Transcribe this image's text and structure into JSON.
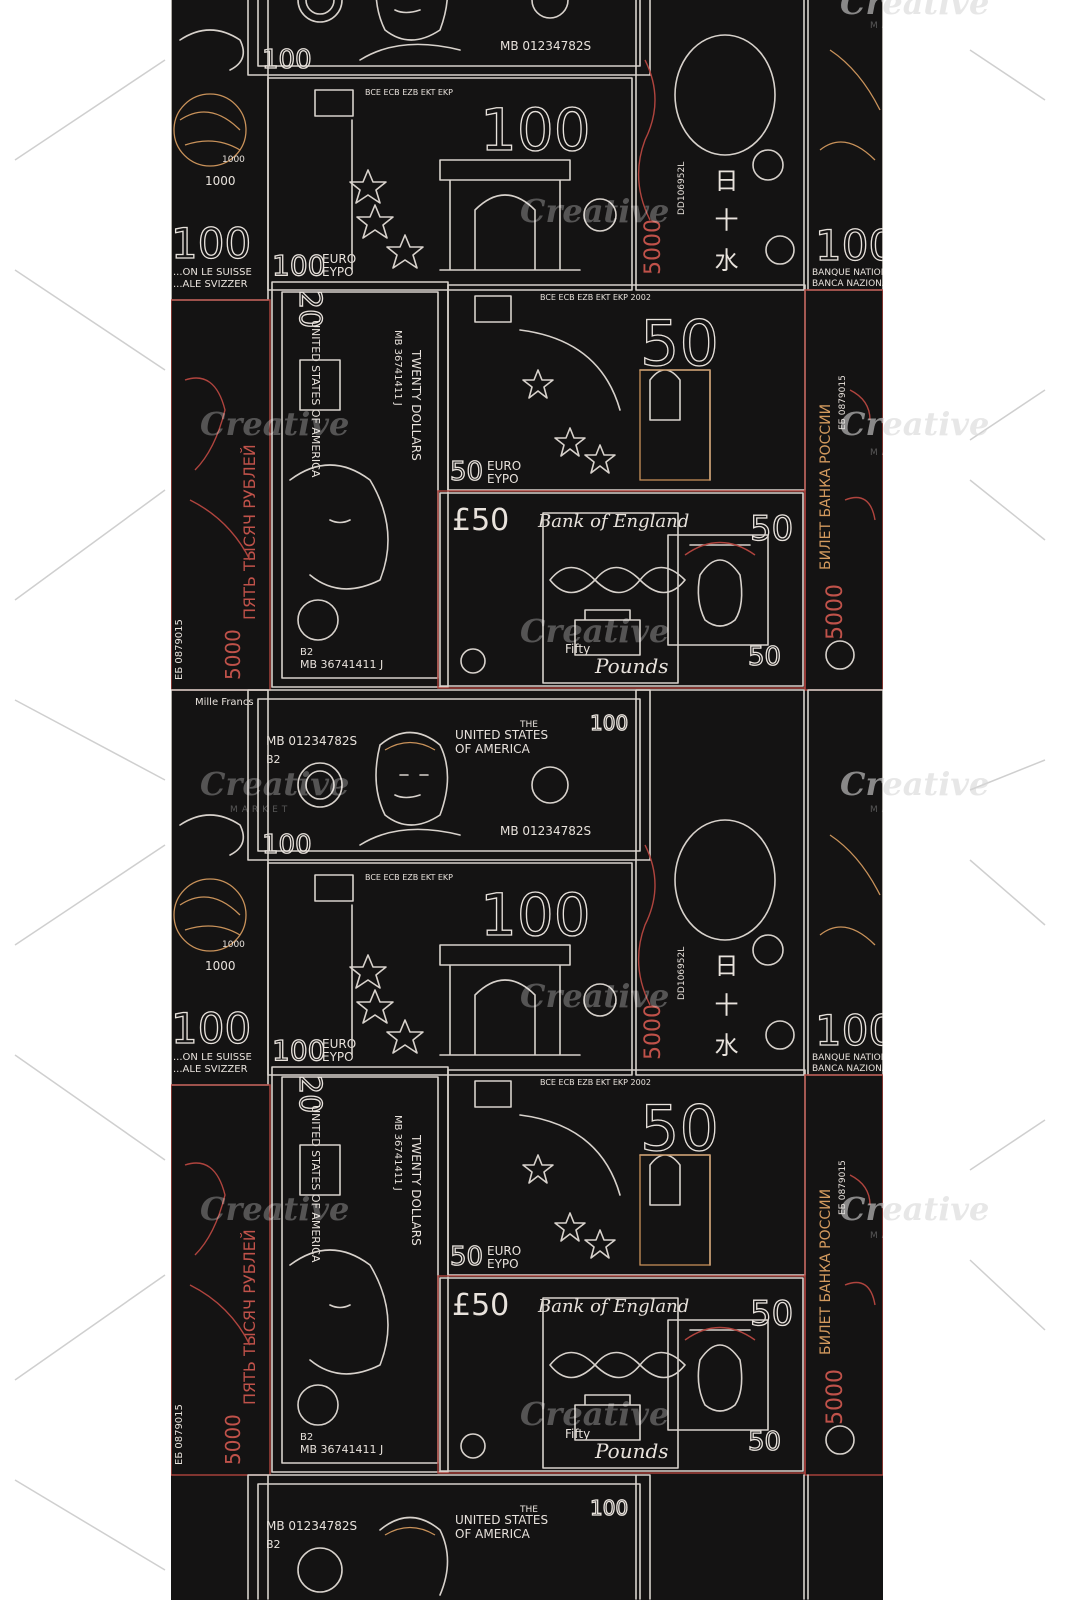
{
  "colors": {
    "background": "#141313",
    "margin": "#ffffff",
    "line": "#d8d2cc",
    "accent_red": "#b0443e",
    "accent_orange": "#c9925a"
  },
  "usd100": {
    "title_top": "THE",
    "title": "UNITED STATES",
    "title2": "OF AMERICA",
    "serial": "MB 01234782S",
    "block": "B2",
    "denomination": "100"
  },
  "euro100": {
    "banks": "BCE ECB EZB EKT EKP",
    "denomination": "100",
    "currency": "EURO",
    "currency_cyr": "EYPO"
  },
  "euro50": {
    "banks": "BCE ECB EZB EKT EKP 2002",
    "denomination": "50",
    "currency": "EURO",
    "currency_cyr": "EYPO"
  },
  "usd20": {
    "title": "UNITED STATES OF AMERICA",
    "serial": "MB 36741411 J",
    "block": "B2",
    "denomination": "20",
    "words": "TWENTY DOLLARS"
  },
  "gbp50": {
    "denomination": "£50",
    "bank": "Bank of England",
    "fifty": "Fifty",
    "pounds": "Pounds",
    "corner": "50"
  },
  "yen": {
    "denomination": "5000",
    "serial": "DD106952L",
    "kanji": "日 十 水"
  },
  "swiss": {
    "denomination": "1000",
    "small": "1000",
    "bank1": "BANQUE NATIONALE SUISSE",
    "bank2": "BANCA NAZIONALE SVIZZERA",
    "left1": "...ON LE SUISSE",
    "left2": "...ALE SVIZZER",
    "mille": "Mille Francs",
    "hundred": "100"
  },
  "ruble": {
    "bank": "БИЛЕТ БАНКА РОССИИ",
    "serial": "ЕБ 0879015",
    "denomination": "5000",
    "words": "ПЯТЬ ТЫСЯЧ РУБЛЕЙ"
  },
  "watermark": {
    "brand": "Creative",
    "sub": "MARKET"
  }
}
